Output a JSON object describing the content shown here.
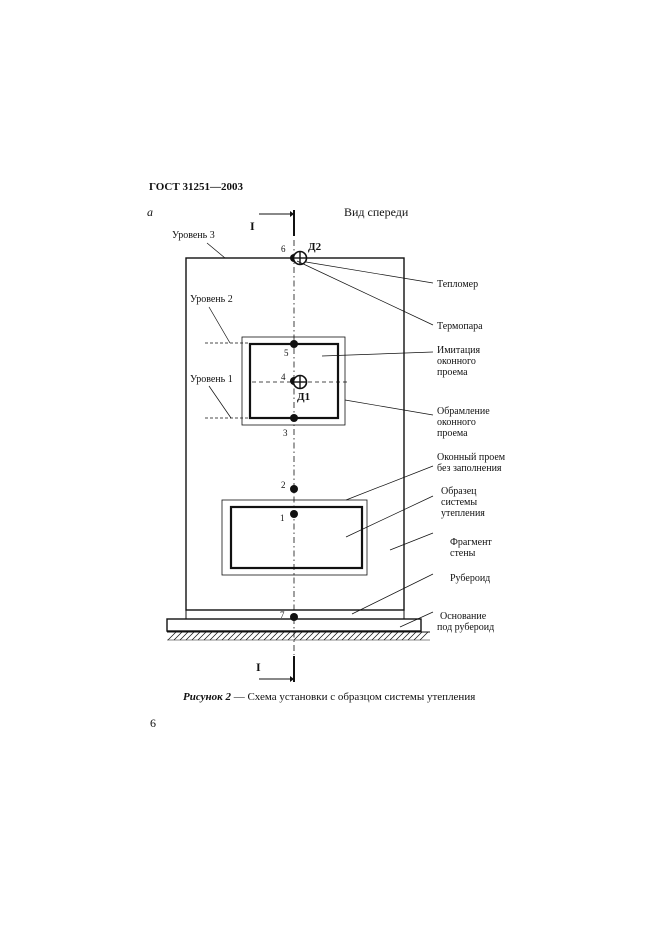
{
  "header": {
    "standard": "ГОСТ 31251—2003"
  },
  "figure": {
    "sublabel": "а",
    "view_title": "Вид спереди",
    "section_mark": "I",
    "levels": [
      "Уровень 3",
      "Уровень 2",
      "Уровень 1"
    ],
    "points": [
      "1",
      "2",
      "3",
      "4",
      "5",
      "6",
      "7"
    ],
    "sensors": [
      "Д1",
      "Д2"
    ],
    "callouts": {
      "heat_meter": "Тепломер",
      "thermocouple": "Термопара",
      "window_imitation": [
        "Имитация",
        "оконного",
        "проема"
      ],
      "window_frame": [
        "Обрамление",
        "оконного",
        "проема"
      ],
      "window_opening": [
        "Оконный проем",
        "без заполнения"
      ],
      "insulation_sample": [
        "Образец",
        "системы",
        "утепления"
      ],
      "wall_fragment": [
        "Фрагмент",
        "стены"
      ],
      "ruberoid": "Рубероид",
      "base": [
        "Основание",
        "под рубероид"
      ]
    },
    "caption_label": "Рисунок 2",
    "caption_text": " — Схема установки с образцом системы утепления"
  },
  "page_number": "6"
}
